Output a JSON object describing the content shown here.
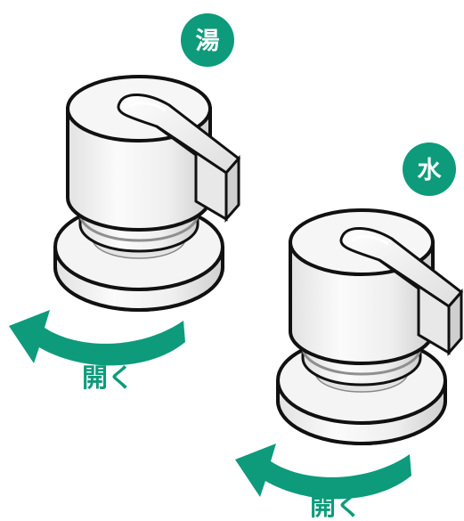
{
  "colors": {
    "accent": "#0d9b7b",
    "outline": "#111111",
    "body": "#f2f2f2",
    "shade": "#d9d9d9",
    "background": "#ffffff"
  },
  "hot_valve": {
    "badge": "湯",
    "open_label": "開く",
    "arrow_icon": "counterclockwise-arrow-icon"
  },
  "cold_valve": {
    "badge": "水",
    "open_label": "開く",
    "arrow_icon": "counterclockwise-arrow-icon"
  }
}
